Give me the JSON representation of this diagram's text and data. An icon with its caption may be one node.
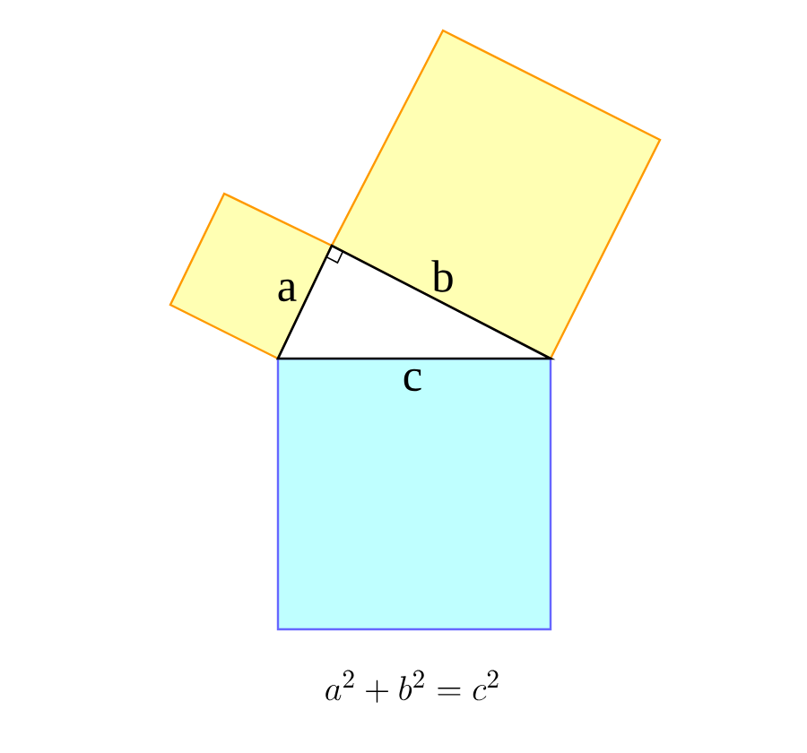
{
  "diagram": {
    "caption": "a^2 + b^2 = c^2",
    "labels": [
      "a",
      "b",
      "c"
    ]
  }
}
